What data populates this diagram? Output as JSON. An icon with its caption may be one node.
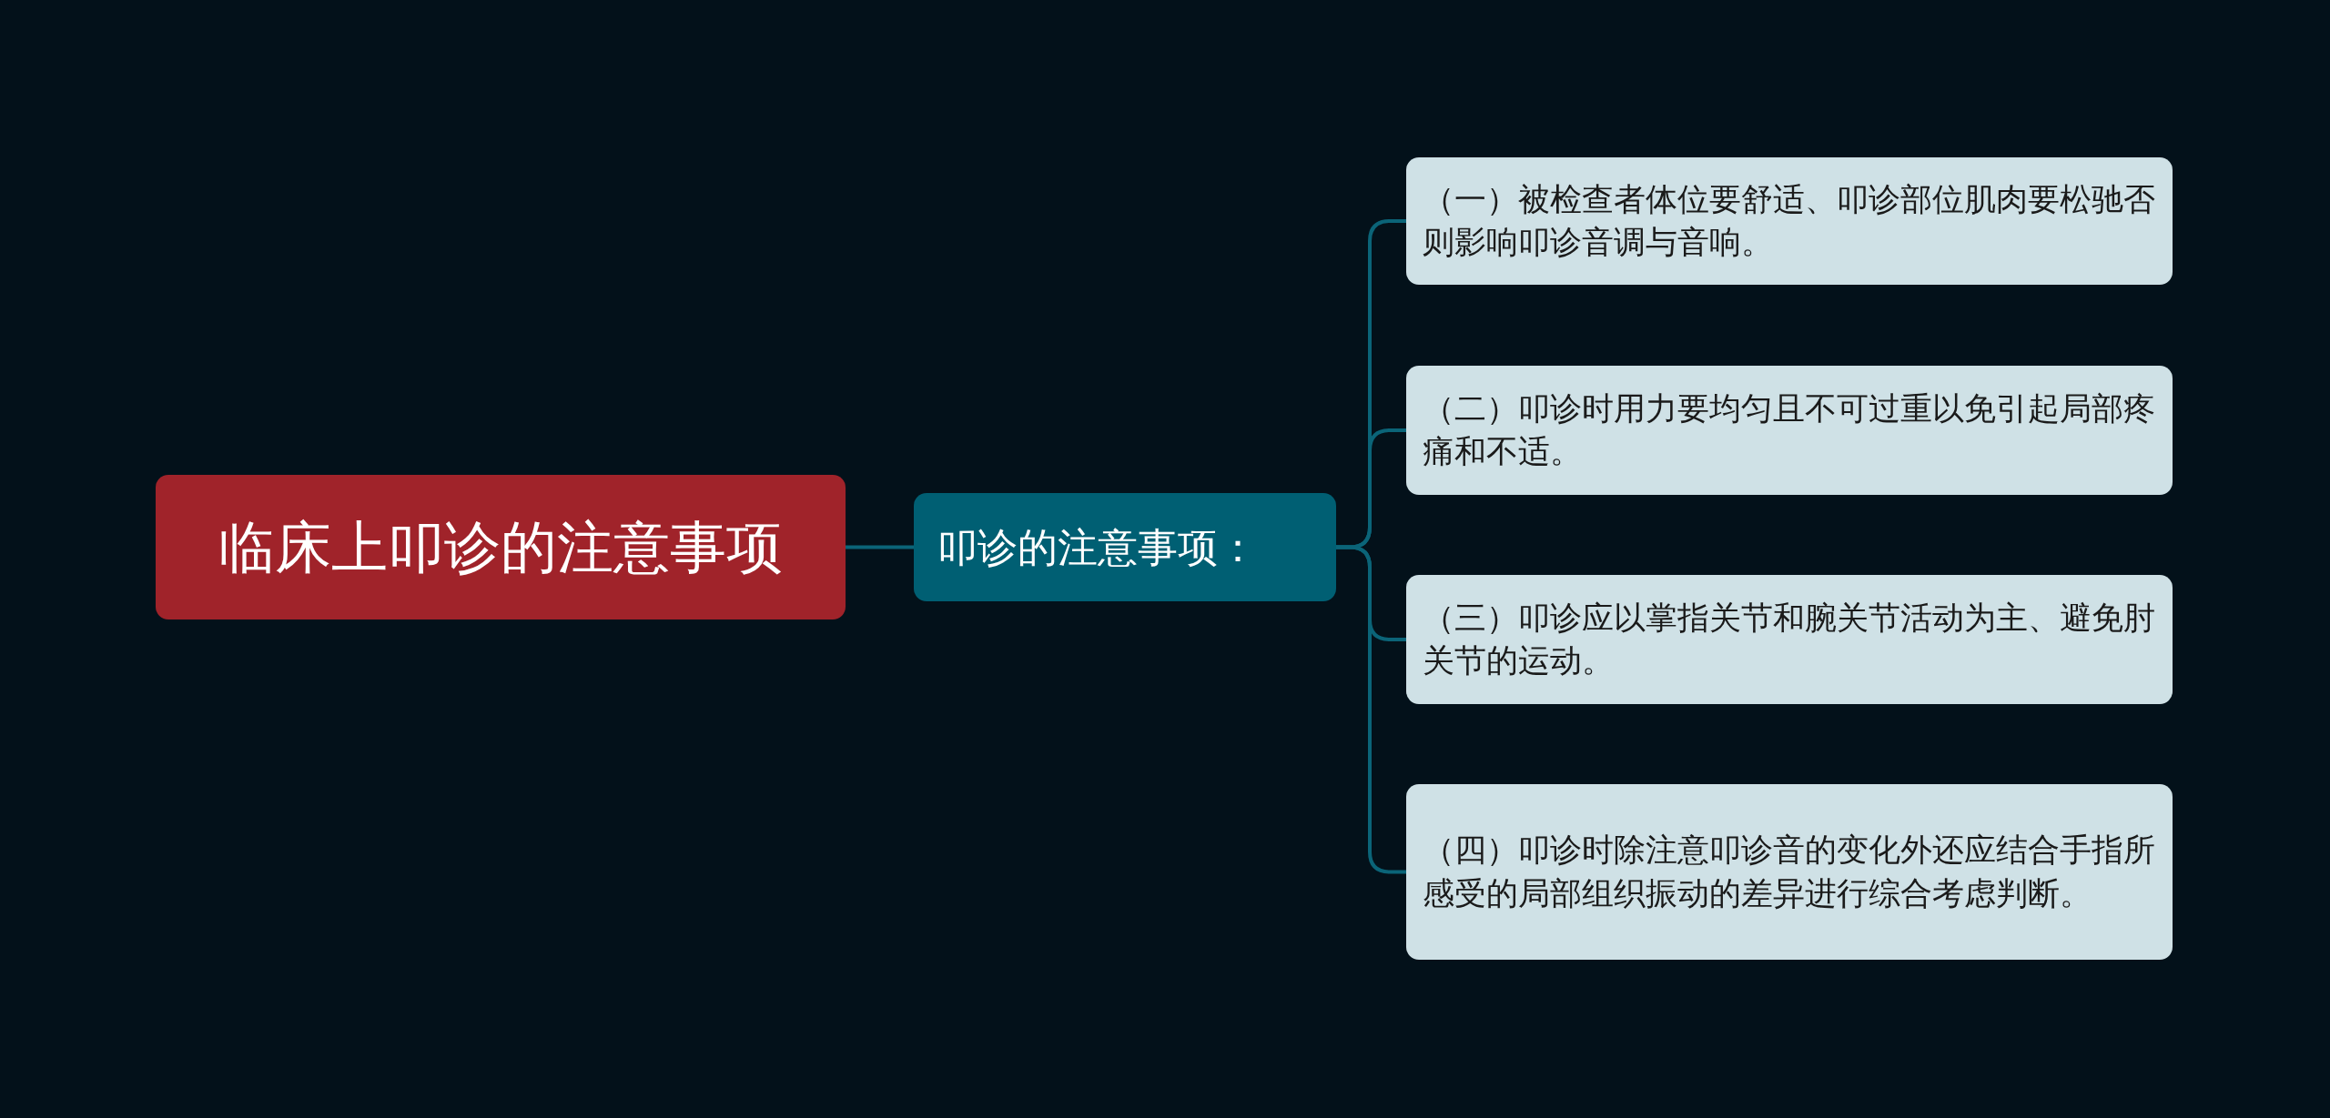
{
  "diagram": {
    "nodes": [
      {
        "text": [
          "临床上叩诊的注意事项"
        ]
      },
      {
        "text": [
          "叩诊的注意事项："
        ]
      },
      {
        "text": [
          "（一）被检查者体位要舒适、叩诊部位肌肉要松驰否则影响叩诊音调与音响。"
        ]
      },
      {
        "text": [
          "（二）叩诊时用力要均匀且不可过重以免引起局部疼痛和不适。"
        ]
      },
      {
        "text": [
          "（三）叩诊应以掌指关节和腕关节活动为主、避免肘关节的运动。"
        ]
      },
      {
        "text": [
          "（四）叩诊时除注意叩诊音的变化外还应结合手指所感受的局部组织振动的差异进行综合考虑判断。"
        ]
      }
    ],
    "edges": [
      {
        "from": 0,
        "to": 1,
        "arrow": "none"
      },
      {
        "from": 1,
        "to": 2,
        "arrow": "none"
      },
      {
        "from": 1,
        "to": 3,
        "arrow": "none"
      },
      {
        "from": 1,
        "to": 4,
        "arrow": "none"
      },
      {
        "from": 1,
        "to": 5,
        "arrow": "none"
      }
    ]
  }
}
